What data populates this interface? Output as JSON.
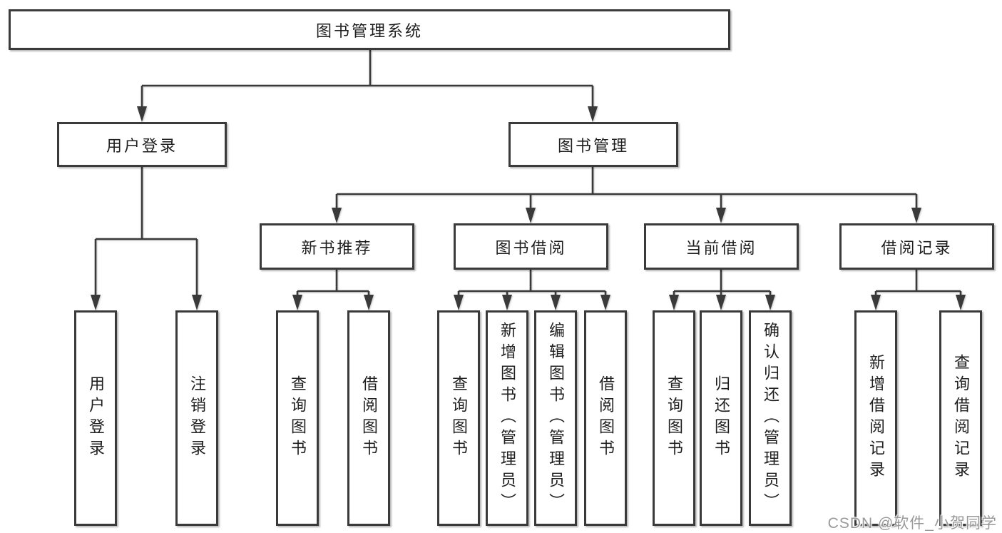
{
  "title": "图书管理系统",
  "nodes": {
    "root": {
      "label": "图书管理系统"
    },
    "level2": [
      {
        "label": "用户登录"
      },
      {
        "label": "图书管理"
      }
    ],
    "level3": [
      {
        "label": "新书推荐"
      },
      {
        "label": "图书借阅"
      },
      {
        "label": "当前借阅"
      },
      {
        "label": "借阅记录"
      }
    ],
    "leaves": {
      "user_login": [
        "用户登录",
        "注销登录"
      ],
      "new_books": [
        "查询图书",
        "借阅图书"
      ],
      "book_borrow": [
        "查询图书",
        "新增图书（管理员）",
        "编辑图书（管理员）",
        "借阅图书"
      ],
      "current_borrow": [
        "查询图书",
        "归还图书",
        "确认归还（管理员）"
      ],
      "borrow_records": [
        "新增借阅记录",
        "查询借阅记录"
      ]
    }
  },
  "watermark": "CSDN @软件_小贺同学",
  "colors": {
    "line": "#3a3a3a",
    "text": "#1f1f1f",
    "box_background": "#ffffff",
    "watermark": "#999999"
  }
}
